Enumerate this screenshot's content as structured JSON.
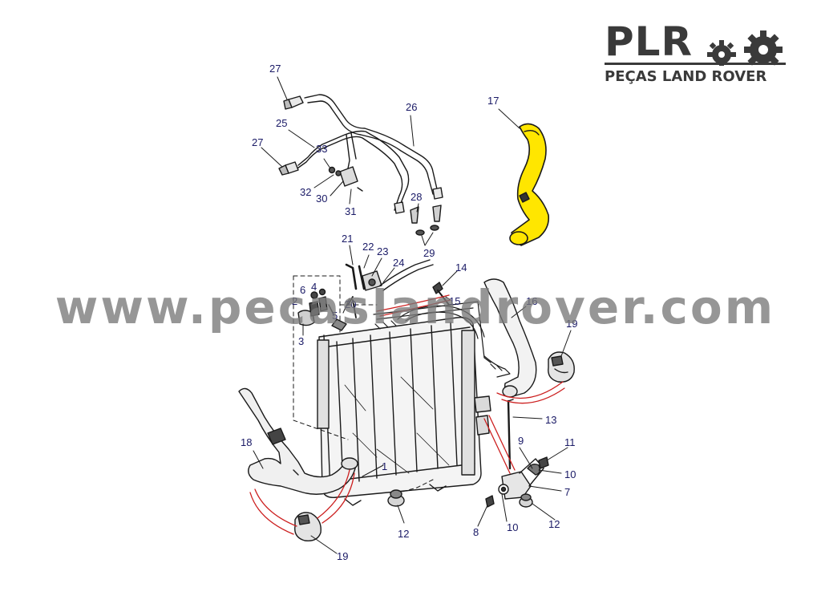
{
  "logo": {
    "brand": "PLR",
    "tagline": "PEÇAS LAND ROVER"
  },
  "watermark": {
    "text": "www.pecaslandrover.com"
  },
  "colors": {
    "highlight": "#ffe600",
    "line": "#1a1a1a",
    "callout_text": "#1a1a66",
    "clip_guide": "#cc1f1f",
    "watermark": "#7a7a7a",
    "logo": "#3a3a3a"
  },
  "callouts": [
    {
      "label": "1"
    },
    {
      "label": "2"
    },
    {
      "label": "3"
    },
    {
      "label": "4"
    },
    {
      "label": "5"
    },
    {
      "label": "6"
    },
    {
      "label": "7"
    },
    {
      "label": "8"
    },
    {
      "label": "9"
    },
    {
      "label": "10"
    },
    {
      "label": "10"
    },
    {
      "label": "11"
    },
    {
      "label": "12"
    },
    {
      "label": "12"
    },
    {
      "label": "13"
    },
    {
      "label": "14"
    },
    {
      "label": "15"
    },
    {
      "label": "16"
    },
    {
      "label": "17"
    },
    {
      "label": "18"
    },
    {
      "label": "19"
    },
    {
      "label": "19"
    },
    {
      "label": "20"
    },
    {
      "label": "21"
    },
    {
      "label": "22"
    },
    {
      "label": "23"
    },
    {
      "label": "24"
    },
    {
      "label": "25"
    },
    {
      "label": "26"
    },
    {
      "label": "27"
    },
    {
      "label": "27"
    },
    {
      "label": "28"
    },
    {
      "label": "29"
    },
    {
      "label": "30"
    },
    {
      "label": "31"
    },
    {
      "label": "32"
    },
    {
      "label": "33"
    }
  ]
}
